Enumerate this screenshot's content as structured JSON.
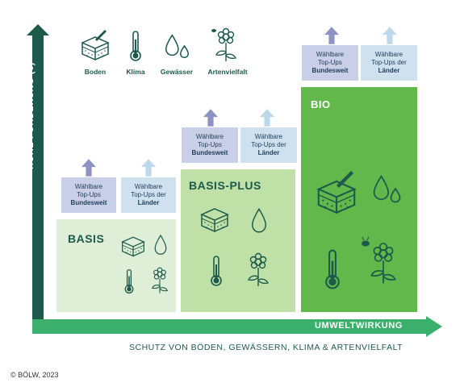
{
  "axes": {
    "y_label": "HÖHE FÖRDERUNG (€)",
    "x_label": "UMWELTWIRKUNG",
    "subtitle": "SCHUTZ VON BÖDEN, GEWÄSSERN, KLIMA & ARTENVIELFALT"
  },
  "legend": [
    {
      "label": "Boden",
      "icon": "soil-icon"
    },
    {
      "label": "Klima",
      "icon": "thermometer-icon"
    },
    {
      "label": "Gewässer",
      "icon": "water-drops-icon"
    },
    {
      "label": "Artenvielfalt",
      "icon": "flower-bee-icon"
    }
  ],
  "tiers": [
    {
      "name": "BASIS",
      "topups": [
        {
          "line1": "Wählbare",
          "line2": "Top-Ups",
          "line3": "Bundesweit"
        },
        {
          "line1": "Wählbare",
          "line2": "Top-Ups der",
          "line3": "Länder"
        }
      ]
    },
    {
      "name": "BASIS-PLUS",
      "topups": [
        {
          "line1": "Wählbare",
          "line2": "Top-Ups",
          "line3": "Bundesweit"
        },
        {
          "line1": "Wählbare",
          "line2": "Top-Ups der",
          "line3": "Länder"
        }
      ]
    },
    {
      "name": "BIO",
      "topups": [
        {
          "line1": "Wählbare",
          "line2": "Top-Ups",
          "line3": "Bundesweit"
        },
        {
          "line1": "Wählbare",
          "line2": "Top-Ups der",
          "line3": "Länder"
        }
      ]
    }
  ],
  "copyright": "© BÖLW, 2023",
  "colors": {
    "dark_green": "#1e5a4c",
    "arrow_green": "#3bb06c",
    "basis_bg": "#dfeed7",
    "basis_plus_bg": "#bfe0a6",
    "bio_bg": "#62b84a",
    "topup_left": "#c9cfe6",
    "topup_right": "#cfe1ef"
  }
}
